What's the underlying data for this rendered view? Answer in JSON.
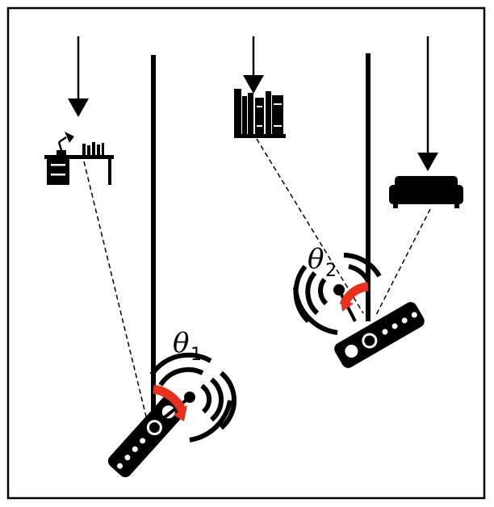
{
  "labels": {
    "theta1_symbol": "θ",
    "theta1_sub": "1",
    "theta2_symbol": "θ",
    "theta2_sub": "2"
  },
  "colors": {
    "ink": "#000000",
    "angle_arc": "#e8301c",
    "background": "#ffffff"
  },
  "icons": {
    "left_target": "desk-icon",
    "middle_target": "bookshelf-icon",
    "right_target": "sofa-icon",
    "device": "router-icon",
    "signal": "wifi-signal-icon"
  }
}
